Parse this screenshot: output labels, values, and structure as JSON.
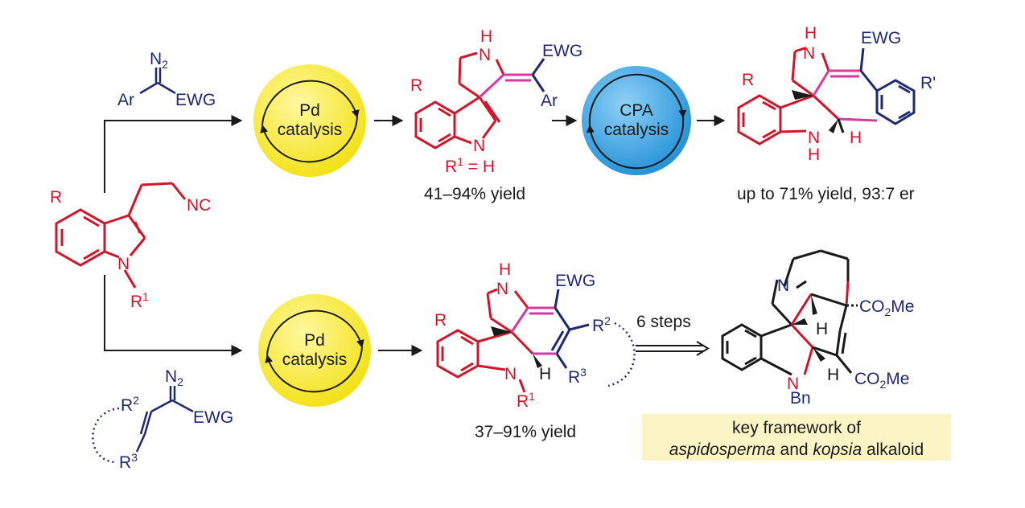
{
  "colors": {
    "red": "#d2142a",
    "navy": "#1f2a6e",
    "magenta": "#d63aa0",
    "pd_circle": "#f6e81e",
    "cpa_circle": "#2d9de0",
    "highlight_box": "#fbf5c6",
    "arrow": "#1a1a1a"
  },
  "start_material": {
    "substituent_r": "R",
    "isocyanide": "NC",
    "indole_n": "N",
    "n_substituent": "R",
    "n_substituent_sup": "1"
  },
  "reagent_top": {
    "n2": "N",
    "n2_sub": "2",
    "ar": "Ar",
    "ewg": "EWG"
  },
  "reagent_bottom": {
    "n2": "N",
    "n2_sub": "2",
    "r2": "R",
    "r2_sup": "2",
    "r3": "R",
    "r3_sup": "3",
    "ewg": "EWG"
  },
  "catalysts": {
    "pd_top": [
      "Pd",
      "catalysis"
    ],
    "cpa": [
      "CPA",
      "catalysis"
    ],
    "pd_bottom": [
      "Pd",
      "catalysis"
    ]
  },
  "spiro_product": {
    "nh": "H",
    "n_top": "N",
    "ewg": "EWG",
    "ar": "Ar",
    "r": "R",
    "n_bottom": "N",
    "condition": {
      "r": "R",
      "sup": "1",
      "rest": " = H"
    },
    "yield": "41–94% yield"
  },
  "cpa_product": {
    "nh": "H",
    "n": "N",
    "ewg": "EWG",
    "r": "R",
    "r_prime": "R'",
    "n_bottom": "N",
    "h_bottom": "H",
    "h_ring": "H",
    "result": "up to 71% yield, 93:7 er"
  },
  "bottom_product": {
    "h": "H",
    "n": "N",
    "ewg": "EWG",
    "r": "R",
    "r2": "R",
    "r2_sup": "2",
    "r3": "R",
    "r3_sup": "3",
    "n_bottom": "N",
    "h_junction": "H",
    "r1": "R",
    "r1_sup": "1",
    "yield": "37–91% yield"
  },
  "steps": "6 steps",
  "alkaloid": {
    "n": "N",
    "co2me_top_a": "CO",
    "co2me_top_sub": "2",
    "co2me_top_b": "Me",
    "h_top": "H",
    "co2me_bottom_a": "CO",
    "co2me_bottom_sub": "2",
    "co2me_bottom_b": "Me",
    "h_bottom": "H",
    "n_bottom": "N",
    "bn": "Bn"
  },
  "caption": {
    "line1": "key framework of",
    "line2_italic1": "aspidosperma",
    "line2_mid": " and ",
    "line2_italic2": "kopsia",
    "line2_end": " alkaloid"
  }
}
